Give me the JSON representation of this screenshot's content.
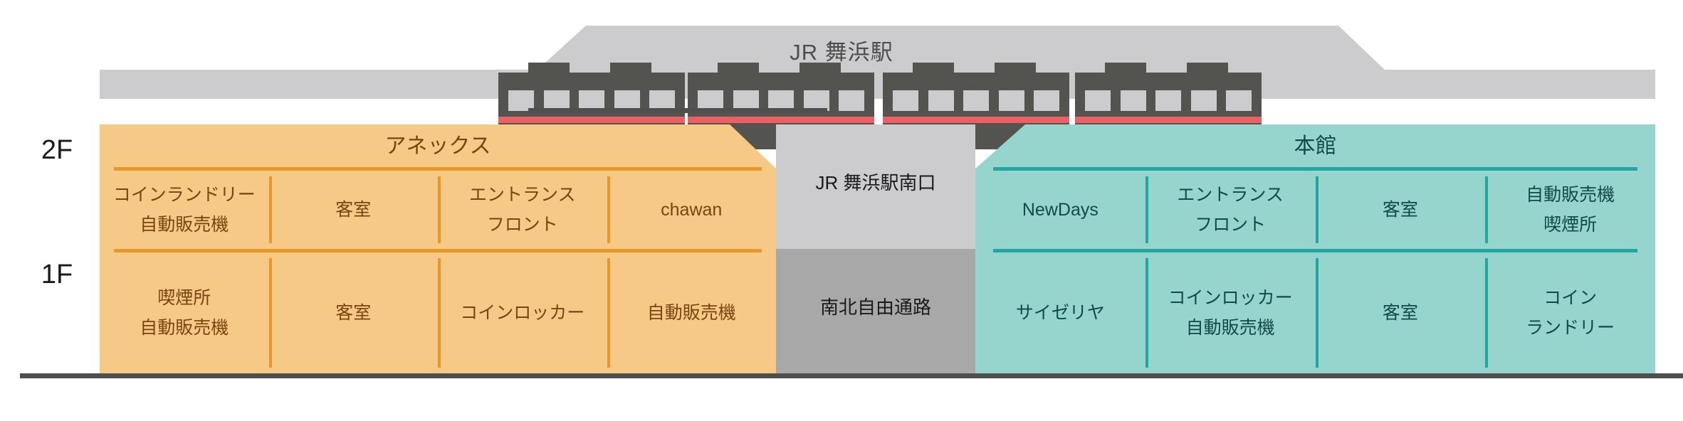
{
  "station": {
    "name": "JR 舞浜駅",
    "south_exit": "JR 舞浜駅南口",
    "passage": "南北自由通路"
  },
  "floors": {
    "upper": "2F",
    "lower": "1F"
  },
  "colors": {
    "annex_fill": "#f7c987",
    "annex_line": "#e8972a",
    "annex_text": "#7a4410",
    "honkan_fill": "#96d5cd",
    "honkan_line": "#23a6a0",
    "honkan_text": "#14484a",
    "backdrop": "#ccccce",
    "concourse": "#a8a8a8",
    "train_body": "#53544f",
    "train_stripe": "#ec5f62",
    "ground": "#4f4f4f"
  },
  "annex": {
    "title": "アネックス",
    "floor2": [
      {
        "line1": "コインランドリー",
        "line2": "自動販売機"
      },
      {
        "line1": "客室",
        "line2": ""
      },
      {
        "line1": "エントランス",
        "line2": "フロント"
      },
      {
        "line1": "chawan",
        "line2": ""
      }
    ],
    "floor1": [
      {
        "line1": "喫煙所",
        "line2": "自動販売機"
      },
      {
        "line1": "客室",
        "line2": ""
      },
      {
        "line1": "コインロッカー",
        "line2": ""
      },
      {
        "line1": "自動販売機",
        "line2": ""
      }
    ]
  },
  "honkan": {
    "title": "本館",
    "floor2": [
      {
        "line1": "NewDays",
        "line2": ""
      },
      {
        "line1": "エントランス",
        "line2": "フロント"
      },
      {
        "line1": "客室",
        "line2": ""
      },
      {
        "line1": "自動販売機",
        "line2": "喫煙所"
      }
    ],
    "floor1": [
      {
        "line1": "サイゼリヤ",
        "line2": ""
      },
      {
        "line1": "コインロッカー",
        "line2": "自動販売機"
      },
      {
        "line1": "客室",
        "line2": ""
      },
      {
        "line1": "コイン",
        "line2": "ランドリー"
      }
    ]
  }
}
